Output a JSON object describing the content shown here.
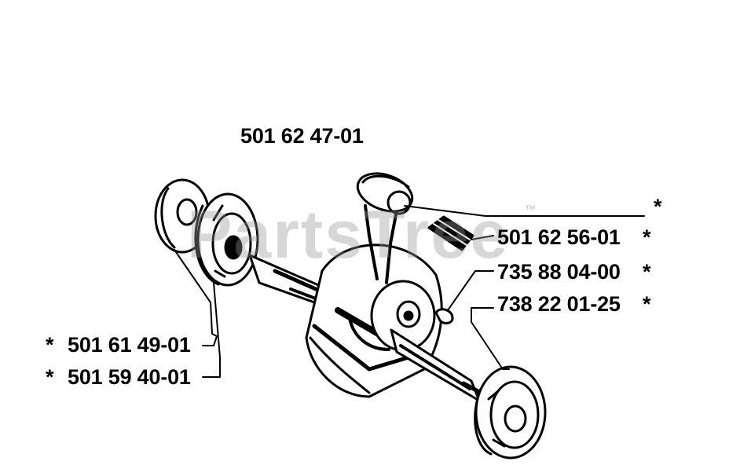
{
  "watermark": {
    "text": "PartsTree",
    "trademark": "™"
  },
  "labels": {
    "crankshaft_assembly": "501 62 47-01",
    "needle_bearing": "501 62 56-01",
    "needle_bearing_star": "*",
    "key": "735 88 04-00",
    "key_star": "*",
    "bearing_right": "738 22 01-25",
    "bearing_right_star": "*",
    "connecting_rod_star": "*",
    "seal_left": "501 61 49-01",
    "seal_left_star": "*",
    "bearing_left": "501 59 40-01",
    "bearing_left_star": "*"
  }
}
